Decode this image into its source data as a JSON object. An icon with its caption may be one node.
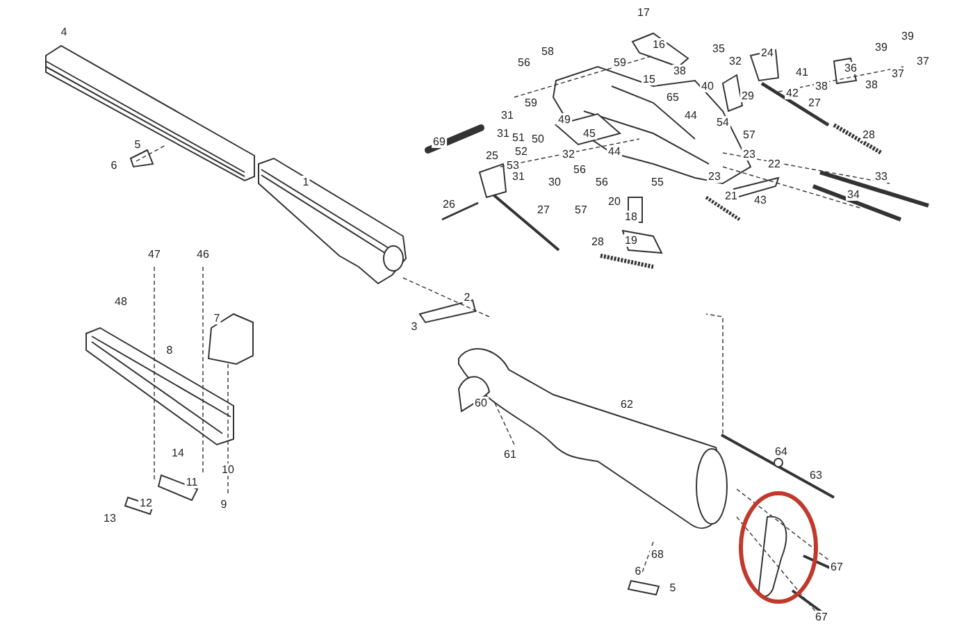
{
  "diagram": {
    "labels": [
      "17",
      "4",
      "39",
      "16",
      "39",
      "35",
      "58",
      "24",
      "37",
      "32",
      "56",
      "59",
      "36",
      "38",
      "41",
      "37",
      "15",
      "38",
      "40",
      "38",
      "42",
      "29",
      "65",
      "27",
      "59",
      "44",
      "31",
      "49",
      "54",
      "31",
      "45",
      "57",
      "28",
      "51",
      "50",
      "69",
      "52",
      "44",
      "32",
      "5",
      "23",
      "22",
      "25",
      "53",
      "6",
      "56",
      "23",
      "31",
      "33",
      "1",
      "30",
      "56",
      "55",
      "34",
      "21",
      "43",
      "20",
      "26",
      "27",
      "57",
      "18",
      "19",
      "28",
      "47",
      "46",
      "2",
      "48",
      "7",
      "3",
      "8",
      "60",
      "62",
      "64",
      "14",
      "61",
      "10",
      "63",
      "11",
      "12",
      "9",
      "13",
      "68",
      "67",
      "6",
      "5",
      "67"
    ]
  }
}
